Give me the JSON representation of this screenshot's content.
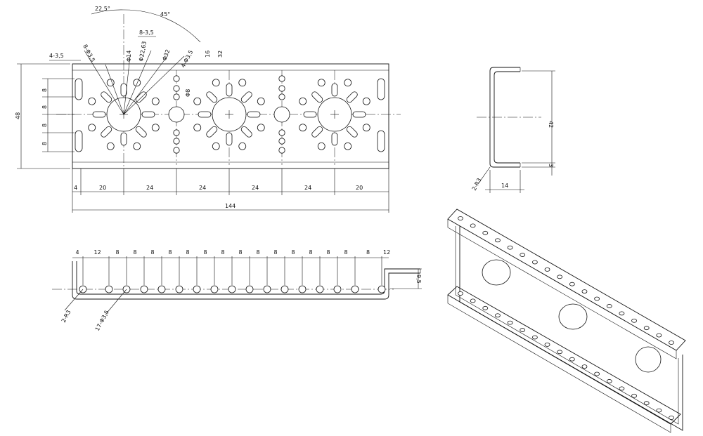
{
  "front_view": {
    "angle_small": "22,5°",
    "angle_large": "45°",
    "callouts": [
      "8-3,5",
      "8-Φ3,5",
      "Φ14",
      "Φ22,63",
      "Φ32",
      "4-Φ3,5",
      "16",
      "32",
      "Φ8",
      "4-3,5"
    ],
    "height": "48",
    "slot_pitch": [
      "8",
      "8",
      "8",
      "8"
    ],
    "bottom_dims": [
      "4",
      "20",
      "24",
      "24",
      "24",
      "24",
      "20"
    ],
    "overall": "144"
  },
  "side_view": {
    "height": "42",
    "lip": "3",
    "width": "14",
    "bend_radius": "2-R3"
  },
  "top_view": {
    "dims": [
      "4",
      "12",
      "8",
      "8",
      "8",
      "8",
      "8",
      "8",
      "8",
      "8",
      "8",
      "8",
      "8",
      "8",
      "8",
      "8",
      "8",
      "12"
    ],
    "height": "9,5",
    "radius": "2-R3",
    "holes": "17-Φ3,5"
  }
}
